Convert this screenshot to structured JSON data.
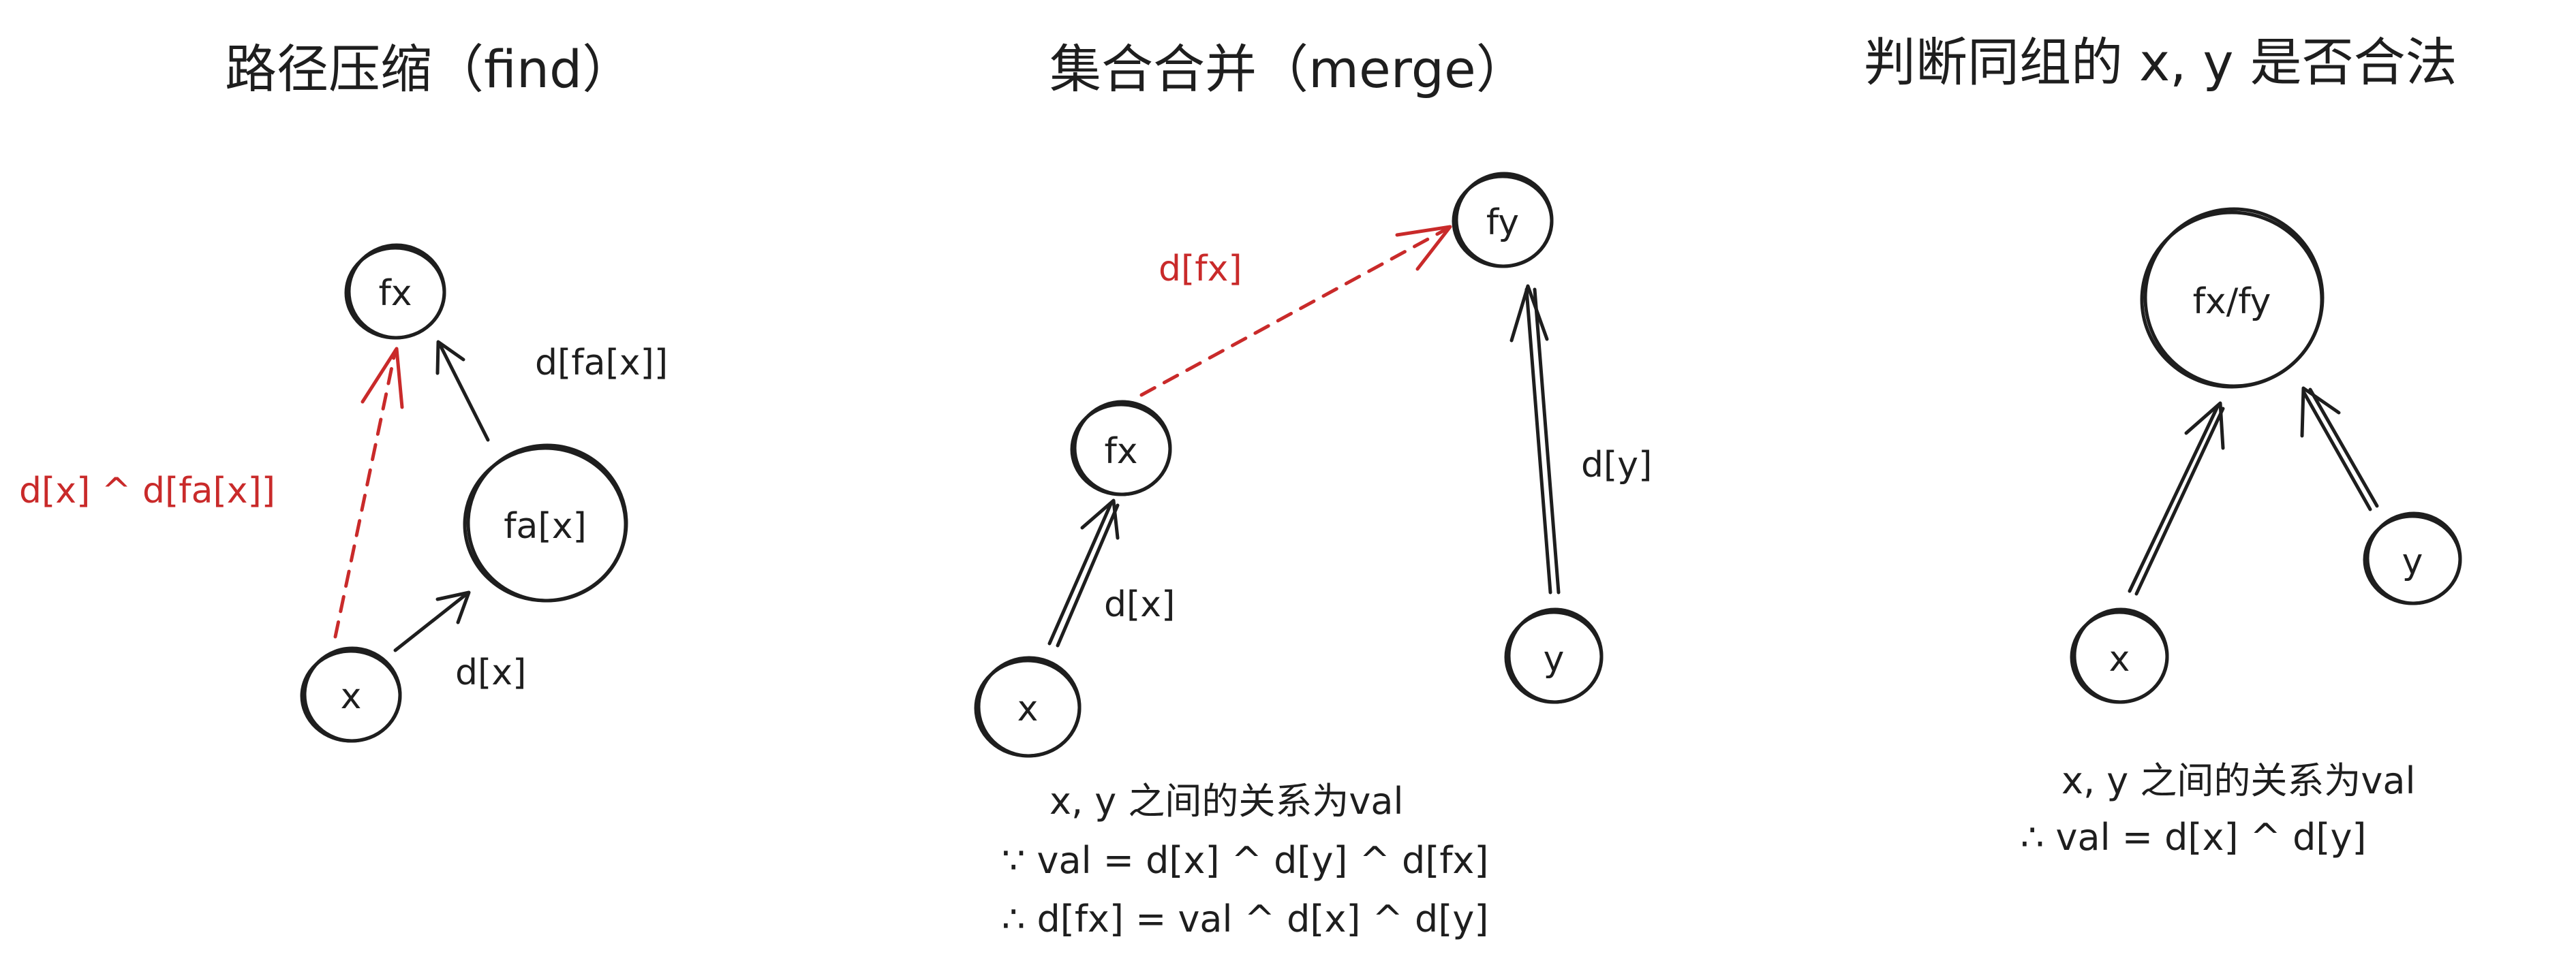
{
  "colors": {
    "ink": "#1e1e1e",
    "accent_red": "#c92a2a",
    "background": "#ffffff"
  },
  "panel_find": {
    "title": "路径压缩（find）",
    "nodes": {
      "fx": "fx",
      "fa_x": "fa[x]",
      "x": "x"
    },
    "edge_labels": {
      "fa_to_fx": "d[fa[x]]",
      "x_to_fa": "d[x]",
      "x_to_fx": "d[x] ^ d[fa[x]]"
    }
  },
  "panel_merge": {
    "title": "集合合并（merge）",
    "nodes": {
      "fy": "fy",
      "fx": "fx",
      "x": "x",
      "y": "y"
    },
    "edge_labels": {
      "fx_to_fy": "d[fx]",
      "x_to_fx": "d[x]",
      "y_to_fy": "d[y]"
    },
    "notes": [
      "x, y 之间的关系为val",
      "∵ val = d[x] ^ d[y] ^ d[fx]",
      "∴ d[fx] = val ^ d[x] ^ d[y]"
    ]
  },
  "panel_check": {
    "title": "判断同组的 x, y 是否合法",
    "nodes": {
      "root": "fx/fy",
      "x": "x",
      "y": "y"
    },
    "notes": [
      "x, y 之间的关系为val",
      "∴ val = d[x] ^ d[y]"
    ]
  }
}
